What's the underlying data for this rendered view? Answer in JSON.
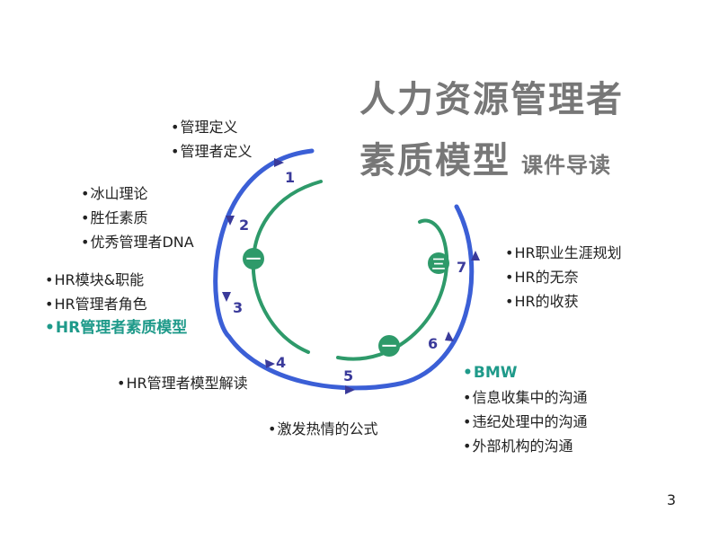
{
  "title": {
    "line1": "人力资源管理者",
    "line2": "素质模型",
    "subtitle": "课件导读"
  },
  "steps": [
    "1",
    "2",
    "3",
    "4",
    "5",
    "6",
    "7"
  ],
  "badges": {
    "one": "一",
    "three": "三"
  },
  "groups": {
    "g1": [
      "管理定义",
      "管理者定义"
    ],
    "g2": [
      "冰山理论",
      "胜任素质",
      "优秀管理者DNA"
    ],
    "g3": [
      "HR模块&职能",
      "HR管理者角色"
    ],
    "g3_highlight": "HR管理者素质模型",
    "g4": [
      "HR管理者模型解读"
    ],
    "g5": [
      "激发热情的公式"
    ],
    "g6_highlight": "BMW",
    "g6": [
      "信息收集中的沟通",
      "违纪处理中的沟通",
      "外部机构的沟通"
    ],
    "g7": [
      "HR职业生涯规划",
      "HR的无奈",
      "HR的收获"
    ]
  },
  "page_number": "3",
  "colors": {
    "blue": "#3b5fd6",
    "green": "#2e9a6a",
    "arrow": "#3a3a9a",
    "highlight": "#1f9a8a",
    "title": "#777777"
  }
}
